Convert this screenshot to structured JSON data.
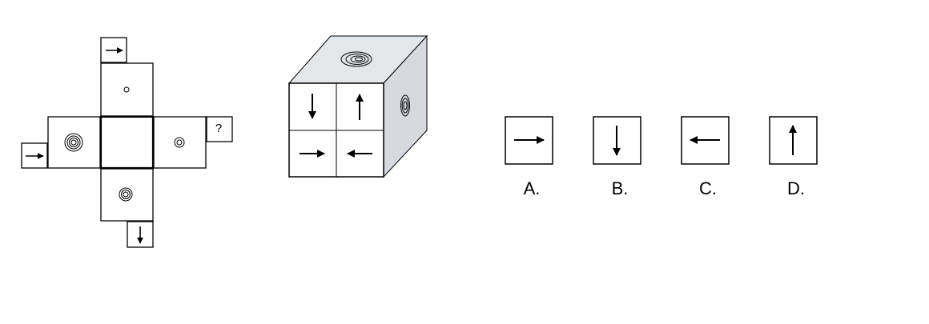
{
  "net": {
    "question_mark": "?"
  },
  "options": [
    {
      "label": "A.",
      "arrow": "right-arrow"
    },
    {
      "label": "B.",
      "arrow": "down-arrow"
    },
    {
      "label": "C.",
      "arrow": "left-arrow"
    },
    {
      "label": "D.",
      "arrow": "up-arrow"
    }
  ],
  "colors": {
    "line": "#000000",
    "cube_top": "#e4e7ea",
    "cube_side": "#d6dade",
    "cube_front": "#ffffff"
  }
}
